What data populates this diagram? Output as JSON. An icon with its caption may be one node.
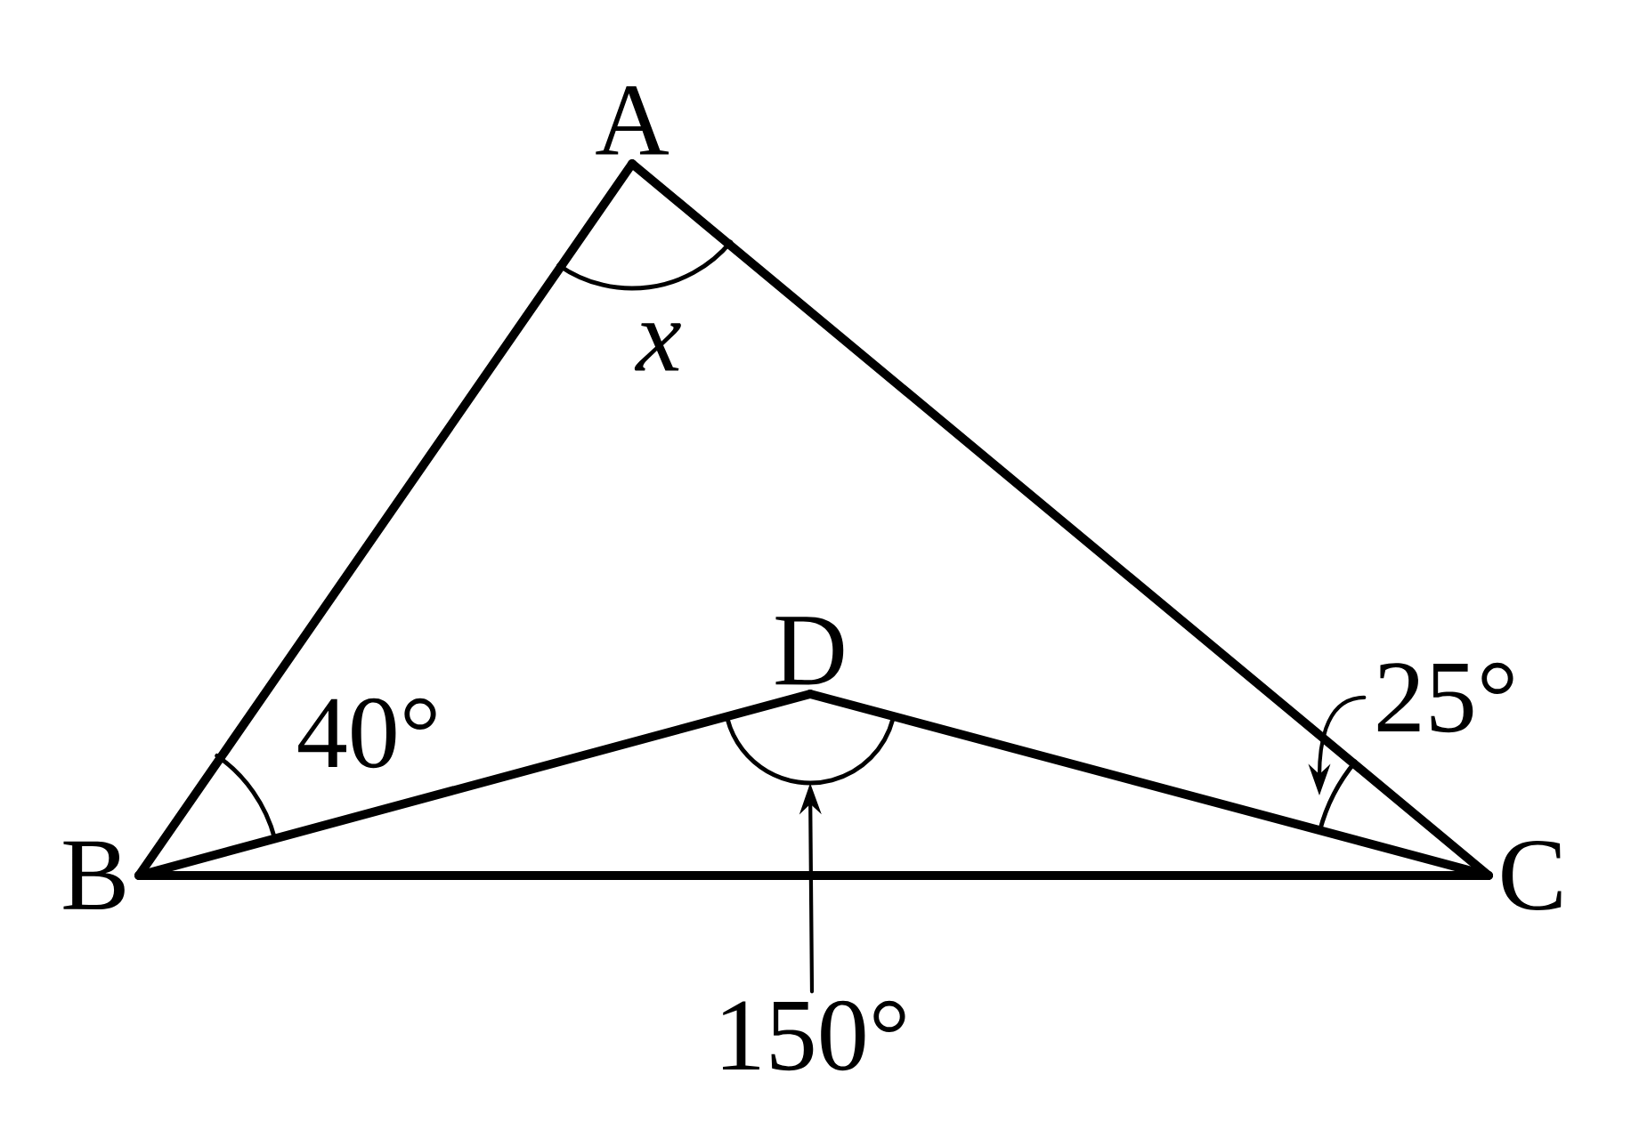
{
  "diagram": {
    "nodes": [
      {
        "text": [
          "A"
        ]
      },
      {
        "text": [
          "B"
        ]
      },
      {
        "text": [
          "C"
        ]
      },
      {
        "text": [
          "D"
        ]
      },
      {
        "text": [
          "25°"
        ]
      },
      {
        "text": [
          "150°"
        ]
      },
      {
        "text": [],
        "shape": "arc"
      },
      {
        "text": [],
        "shape": "arc"
      }
    ],
    "edges": [
      {
        "from": 0,
        "to": 1,
        "arrow": "none"
      },
      {
        "from": 0,
        "to": 2,
        "arrow": "none"
      },
      {
        "from": 1,
        "to": 2,
        "arrow": "none"
      },
      {
        "from": 1,
        "to": 3,
        "arrow": "none"
      },
      {
        "from": 3,
        "to": 2,
        "arrow": "none"
      },
      {
        "from": 4,
        "to": 6,
        "arrow": "to"
      },
      {
        "from": 5,
        "to": 7,
        "arrow": "to"
      }
    ],
    "labels": [
      "x",
      "40°"
    ]
  }
}
